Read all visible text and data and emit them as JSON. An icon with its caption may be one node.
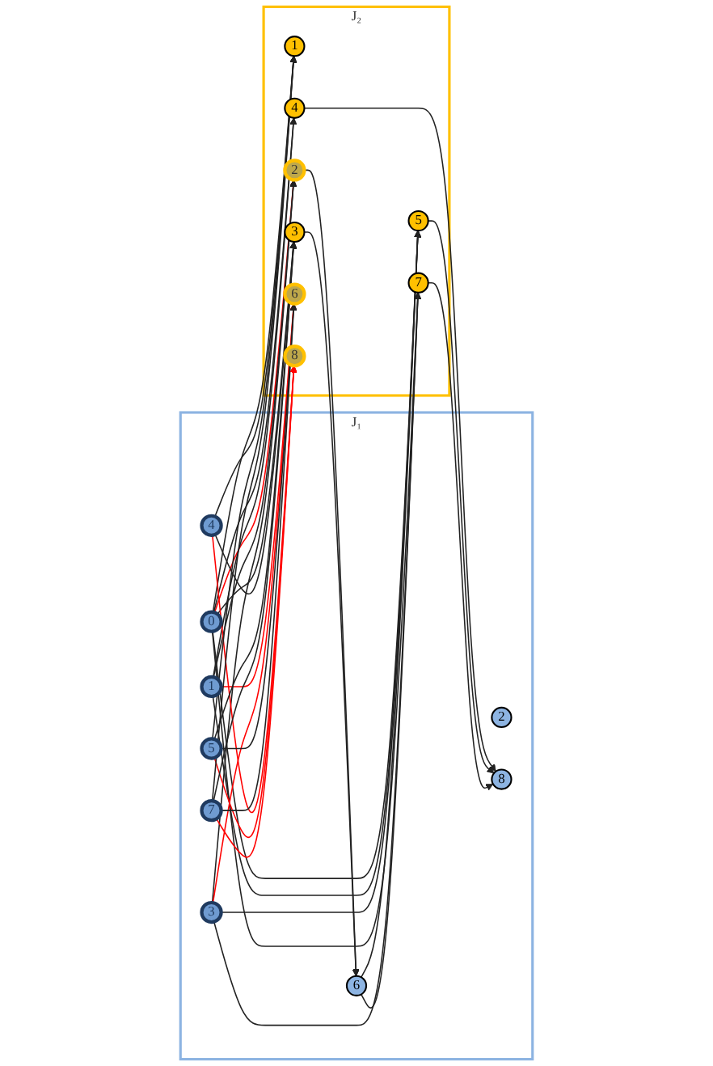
{
  "diagram": {
    "nodes": [
      {
        "text": [
          "J₁"
        ]
      },
      {
        "text": [
          "0"
        ],
        "in": 0
      },
      {
        "text": [
          "1"
        ],
        "in": 0
      },
      {
        "text": [
          "2"
        ],
        "in": 0
      },
      {
        "text": [
          "3"
        ],
        "in": 0
      },
      {
        "text": [
          "4"
        ],
        "in": 0
      },
      {
        "text": [
          "5"
        ],
        "in": 0
      },
      {
        "text": [
          "6"
        ],
        "in": 0
      },
      {
        "text": [
          "7"
        ],
        "in": 0
      },
      {
        "text": [
          "8"
        ],
        "in": 0
      },
      {
        "text": [
          "J₂"
        ]
      },
      {
        "text": [
          "1"
        ],
        "in": 10
      },
      {
        "text": [
          "2"
        ],
        "in": 10
      },
      {
        "text": [
          "3"
        ],
        "in": 10
      },
      {
        "text": [
          "4"
        ],
        "in": 10
      },
      {
        "text": [
          "5"
        ],
        "in": 10
      },
      {
        "text": [
          "6"
        ],
        "in": 10
      },
      {
        "text": [
          "7"
        ],
        "in": 10
      },
      {
        "text": [
          "8"
        ],
        "in": 10
      }
    ],
    "edges": [
      {
        "from": 1,
        "to": 11,
        "arrow": "to"
      },
      {
        "from": 1,
        "to": 12,
        "arrow": "to",
        "color": "#ff0000"
      },
      {
        "from": 1,
        "to": 13,
        "arrow": "to"
      },
      {
        "from": 1,
        "to": 14,
        "arrow": "to"
      },
      {
        "from": 1,
        "to": 15,
        "arrow": "to"
      },
      {
        "from": 1,
        "to": 17,
        "arrow": "to"
      },
      {
        "from": 2,
        "to": 12,
        "arrow": "to"
      },
      {
        "from": 2,
        "to": 14,
        "arrow": "to"
      },
      {
        "from": 2,
        "to": 15,
        "arrow": "to"
      },
      {
        "from": 2,
        "to": 16,
        "arrow": "to",
        "color": "#ff0000"
      },
      {
        "from": 4,
        "to": 12,
        "arrow": "to"
      },
      {
        "from": 4,
        "to": 15,
        "arrow": "to"
      },
      {
        "from": 4,
        "to": 16,
        "arrow": "to",
        "color": "#ff0000"
      },
      {
        "from": 4,
        "to": 17,
        "arrow": "to"
      },
      {
        "from": 5,
        "to": 11,
        "arrow": "to"
      },
      {
        "from": 5,
        "to": 13,
        "arrow": "to"
      },
      {
        "from": 5,
        "to": 18,
        "arrow": "to",
        "color": "#ff0000"
      },
      {
        "from": 6,
        "to": 11,
        "arrow": "to"
      },
      {
        "from": 6,
        "to": 13,
        "arrow": "to"
      },
      {
        "from": 6,
        "to": 16,
        "arrow": "to"
      },
      {
        "from": 6,
        "to": 18,
        "arrow": "to",
        "color": "#ff0000"
      },
      {
        "from": 12,
        "to": 7,
        "arrow": "to"
      },
      {
        "from": 13,
        "to": 7,
        "arrow": "to"
      },
      {
        "from": 7,
        "to": 15,
        "arrow": "to"
      },
      {
        "from": 7,
        "to": 17,
        "arrow": "to"
      },
      {
        "from": 8,
        "to": 11,
        "arrow": "to"
      },
      {
        "from": 8,
        "to": 13,
        "arrow": "to"
      },
      {
        "from": 8,
        "to": 16,
        "arrow": "to"
      },
      {
        "from": 8,
        "to": 18,
        "arrow": "to",
        "color": "#ff0000"
      },
      {
        "from": 14,
        "to": 9,
        "arrow": "to"
      },
      {
        "from": 15,
        "to": 9,
        "arrow": "to"
      },
      {
        "from": 17,
        "to": 9,
        "arrow": "to"
      }
    ]
  }
}
